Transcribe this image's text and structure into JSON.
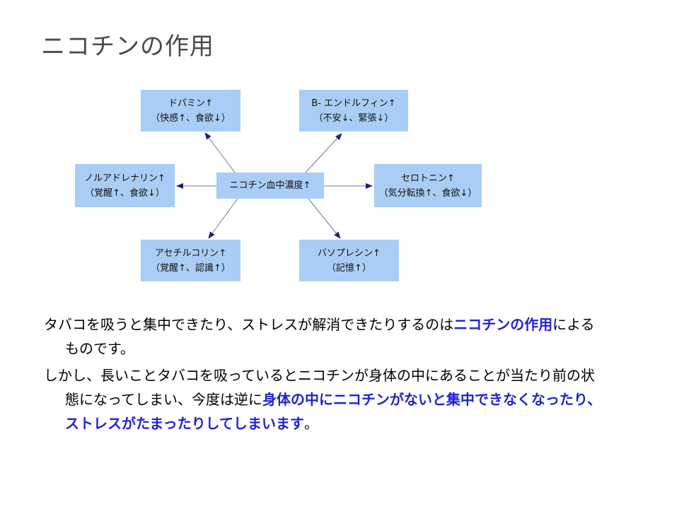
{
  "title": "ニコチンの作用",
  "diagram": {
    "center": "ニコチン血中濃度↑",
    "nodes": {
      "dopamine": {
        "name": "ドパミン↑",
        "effect": "（快感↑、食欲↓）"
      },
      "endorphin": {
        "name": "B- エンドルフィン↑",
        "effect": "（不安↓、緊張↓）"
      },
      "noradrenaline": {
        "name": "ノルアドレナリン↑",
        "effect": "（覚醒↑、食欲↓）"
      },
      "serotonin": {
        "name": "セロトニン↑",
        "effect": "（気分転換↑、食欲↓）"
      },
      "acetylcholine": {
        "name": "アセチルコリン↑",
        "effect": "（覚醒↑、認識↑）"
      },
      "vasopressin": {
        "name": "バソプレシン↑",
        "effect": "（記憶↑）"
      }
    },
    "colors": {
      "box": "#a9cdf4",
      "arrow": "#1b1f7a"
    }
  },
  "paragraphs": [
    [
      {
        "text": "タバコを吸うと集中できたり、ストレスが解消できたりするのは",
        "hl": false
      },
      {
        "text": "ニコチンの作用",
        "hl": true
      },
      {
        "text": "によるものです。",
        "hl": false
      }
    ],
    [
      {
        "text": "しかし、長いことタバコを吸っているとニコチンが身体の中にあることが当たり前の状態になってしまい、今度は逆に",
        "hl": false
      },
      {
        "text": "身体の中にニコチンがないと集中できなくなったり、ストレスがたまったりしてしまいます",
        "hl": true
      },
      {
        "text": "。",
        "hl": false
      }
    ]
  ],
  "colors": {
    "highlight": "#1f22d6",
    "title": "#4a4a4a"
  }
}
